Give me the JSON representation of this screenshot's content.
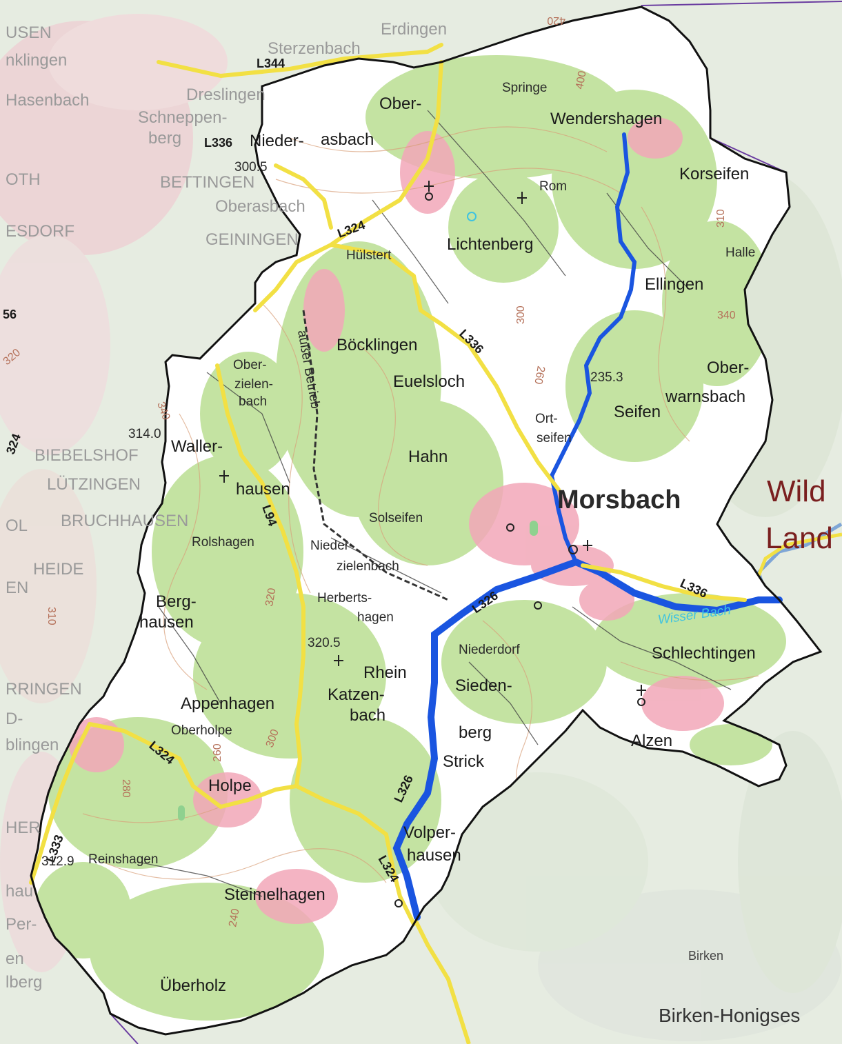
{
  "colors": {
    "forest": "#c4e3a2",
    "settlement": "#f2a7b8",
    "boundary": "#111111",
    "river": "#1a55e0",
    "road": "#f2e044",
    "outside": "#e6ece1",
    "region_label": "#7a1f1f"
  },
  "places_inside": [
    "Sterzenbach",
    "Ober-",
    "Springe",
    "Wendershagen",
    "Korseifen",
    "Nieder-",
    "asbach",
    "Oberasbach",
    "Rom",
    "Lichtenberg",
    "Hülstert",
    "Halle",
    "Ellingen",
    "Böcklingen",
    "Euelsloch",
    "Ober-",
    "zielen-",
    "bach",
    "Ober-",
    "warnsbach",
    "Seifen",
    "Ort-",
    "seifen",
    "Waller-",
    "hausen",
    "Hahn",
    "Solseifen",
    "Rolshagen",
    "Nieder-",
    "zielenbach",
    "Berg-",
    "hausen",
    "Herberts-",
    "hagen",
    "Niederdorf",
    "Schlechtingen",
    "Rhein",
    "Katzen-",
    "bach",
    "Sieden-",
    "berg",
    "Appenhagen",
    "Oberholpe",
    "Strick",
    "Alzen",
    "Holpe",
    "Volper-",
    "hausen",
    "Reinshagen",
    "Steimelhagen",
    "Überholz",
    "außer Betrieb"
  ],
  "places_outside": [
    "Erdingen",
    "USEN",
    "nklingen",
    "Dreslingen",
    "Hasenbach",
    "Schneppen-",
    "berg",
    "BETTINGEN",
    "OTH",
    "GEININGEN",
    "ESDORF",
    "BIEBELSHOF",
    "LÜTZINGEN",
    "BRUCHHAUSEN",
    "OL",
    "HEIDE",
    "EN",
    "RRINGEN",
    "D-",
    "blingen",
    "HER",
    "hau",
    "Per-",
    "en",
    "lberg",
    "Birken",
    "Birken-Honigses"
  ],
  "town": "Morsbach",
  "region_label": [
    "Wild",
    "Land"
  ],
  "roads": [
    "L344",
    "L336",
    "L324",
    "L336",
    "L94",
    "L326",
    "L336",
    "L324",
    "L333",
    "L326",
    "L324",
    "56",
    "324"
  ],
  "river": "Wisser Bach",
  "elevations": [
    "300.5",
    "235.3",
    "314.0",
    "320.5",
    "312.9"
  ],
  "contours": [
    "420",
    "400",
    "340",
    "300",
    "260",
    "340",
    "320",
    "310",
    "320",
    "300",
    "260",
    "280",
    "240",
    "310"
  ]
}
